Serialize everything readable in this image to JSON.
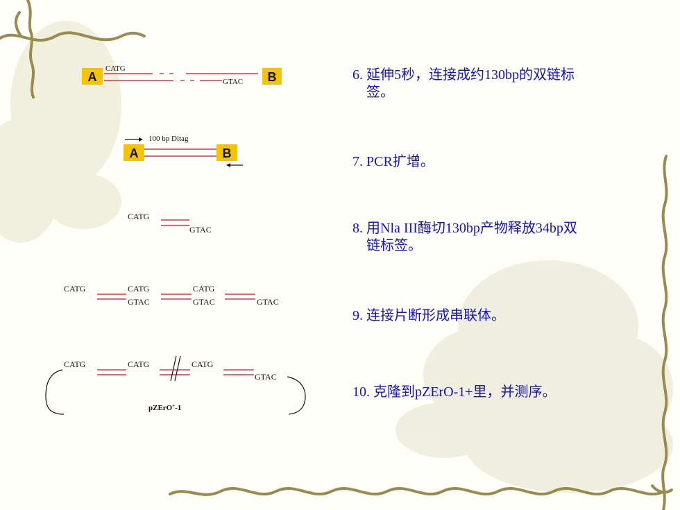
{
  "diagrams": {
    "d1": {
      "box_a": "A",
      "box_b": "B",
      "top_seq": "CATG",
      "bottom_seq": "GTAC"
    },
    "d2": {
      "tag": "100 bp Ditag",
      "box_a": "A",
      "box_b": "B"
    },
    "d3": {
      "top_seq": "CATG",
      "bottom_seq": "GTAC"
    },
    "d4": {
      "seqs": [
        "CATG",
        "CATG",
        "CATG",
        "GTAC",
        "GTAC",
        "GTAC"
      ]
    },
    "d5": {
      "seqs": [
        "CATG",
        "CATG",
        "CATG",
        "GTAC"
      ],
      "plasmid": "pZErO",
      "plasmid_sup": "+",
      "plasmid_suffix": "-1"
    }
  },
  "steps": [
    {
      "num": "6.",
      "line1": "延伸5秒，连接成约130bp的双链标",
      "line2": "签。"
    },
    {
      "num": "7.",
      "line1": "PCR扩增。",
      "line2": ""
    },
    {
      "num": "8.",
      "line1": "用Nla III酶切130bp产物释放34bp双",
      "line2": "链标签。"
    },
    {
      "num": "9.",
      "line1": "连接片断形成串联体。",
      "line2": ""
    },
    {
      "num": "10.",
      "line1": "克隆到pZErO-1+里，并测序。",
      "line2": ""
    }
  ],
  "colors": {
    "text": "#1515b8",
    "strand": "#d4394f",
    "box": "#f5c400",
    "vine": "#9a8a4e"
  }
}
